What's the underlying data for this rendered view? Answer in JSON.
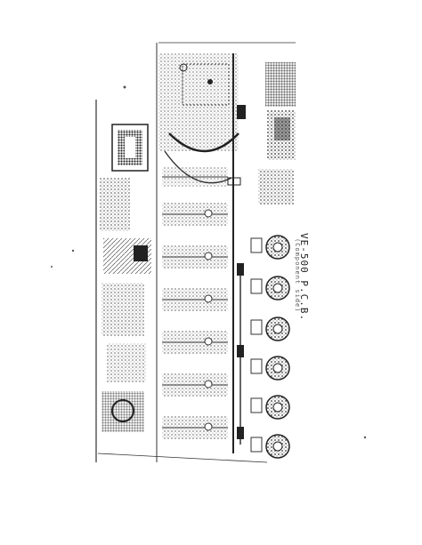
{
  "board": {
    "title": "VE-500 P.C.B.",
    "subtitle": "(Component side)"
  },
  "colors": {
    "ink": "#222222",
    "paper": "#ffffff",
    "trace": "#444444"
  },
  "parts": {
    "connector_count": 6,
    "channel_strips": 7
  }
}
